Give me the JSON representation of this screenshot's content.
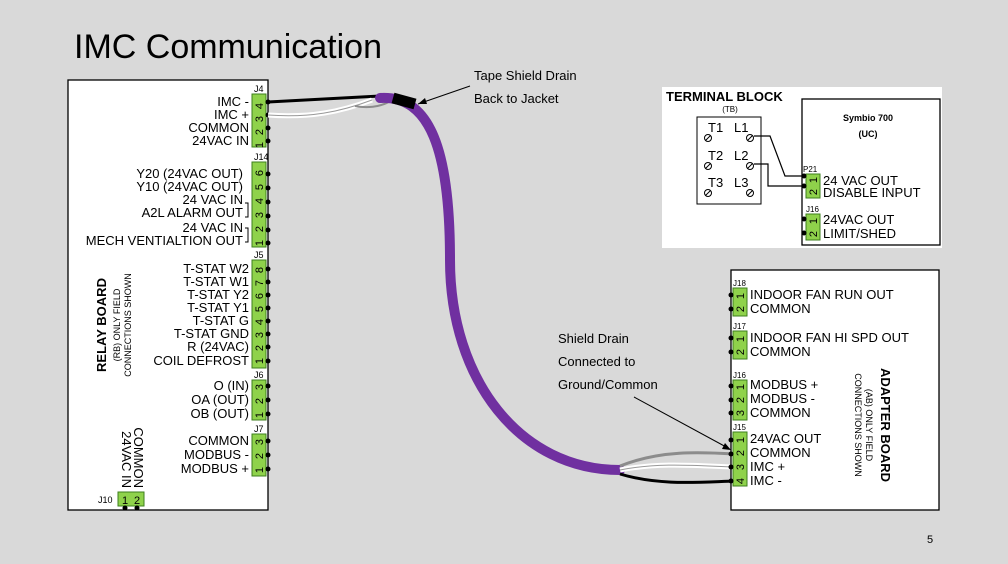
{
  "slide": {
    "title": "IMC Communication",
    "page_number": "5"
  },
  "callouts": {
    "tape_shield": [
      "Tape Shield Drain",
      "Back to Jacket"
    ],
    "shield_drain": [
      "Shield Drain",
      "Connected to",
      "Ground/Common"
    ]
  },
  "relay_board": {
    "name": "RELAY BOARD",
    "sub1": "(RB) ONLY FIELD",
    "sub2": "CONNECTIONS SHOWN",
    "j4": {
      "id": "J4",
      "labels": [
        "IMC -",
        "IMC +",
        "COMMON",
        "24VAC IN"
      ],
      "nums": [
        "4",
        "3",
        "2",
        "1"
      ]
    },
    "j14": {
      "id": "J14",
      "labels": [
        "Y20 (24VAC OUT)",
        "Y10 (24VAC OUT)",
        "24 VAC IN",
        "A2L ALARM OUT",
        "24 VAC IN",
        "MECH VENTIALTION OUT"
      ],
      "nums": [
        "6",
        "5",
        "4",
        "3",
        "2",
        "1"
      ]
    },
    "j5": {
      "id": "J5",
      "labels": [
        "T-STAT W2",
        "T-STAT W1",
        "T-STAT Y2",
        "T-STAT Y1",
        "T-STAT G",
        "T-STAT GND",
        "R (24VAC)",
        "COIL DEFROST"
      ],
      "nums": [
        "8",
        "7",
        "6",
        "5",
        "4",
        "3",
        "2",
        "1"
      ]
    },
    "j6": {
      "id": "J6",
      "labels": [
        "O (IN)",
        "OA (OUT)",
        "OB (OUT)"
      ],
      "nums": [
        "3",
        "2",
        "1"
      ]
    },
    "j7": {
      "id": "J7",
      "labels": [
        "COMMON",
        "MODBUS -",
        "MODBUS +"
      ],
      "nums": [
        "3",
        "2",
        "1"
      ]
    },
    "j10": {
      "id": "J10",
      "labels": [
        "COMMON",
        "24VAC IN"
      ],
      "nums": [
        "1",
        "2"
      ]
    }
  },
  "terminal_block": {
    "title": "TERMINAL BLOCK",
    "abbr": "(TB)",
    "left": [
      "T1",
      "T2",
      "T3"
    ],
    "right": [
      "L1",
      "L2",
      "L3"
    ]
  },
  "symbio": {
    "name": "Symbio 700",
    "abbr": "(UC)",
    "p21": {
      "id": "P21",
      "labels": [
        "24 VAC OUT",
        "DISABLE INPUT"
      ],
      "nums": [
        "1",
        "2"
      ]
    },
    "j16": {
      "id": "J16",
      "labels": [
        "24VAC OUT",
        "LIMIT/SHED"
      ],
      "nums": [
        "1",
        "2"
      ]
    }
  },
  "adapter_board": {
    "name": "ADAPTER BOARD",
    "sub1": "(AB) ONLY FIELD",
    "sub2": "CONNECTIONS SHOWN",
    "j18": {
      "id": "J18",
      "labels": [
        "INDOOR FAN RUN OUT",
        "COMMON"
      ],
      "nums": [
        "1",
        "2"
      ]
    },
    "j17": {
      "id": "J17",
      "labels": [
        "INDOOR FAN HI SPD OUT",
        "COMMON"
      ],
      "nums": [
        "1",
        "2"
      ]
    },
    "j16": {
      "id": "J16",
      "labels": [
        "MODBUS +",
        "MODBUS -",
        "COMMON"
      ],
      "nums": [
        "1",
        "2",
        "3"
      ]
    },
    "j15": {
      "id": "J15",
      "labels": [
        "24VAC OUT",
        "COMMON",
        "IMC +",
        "IMC -"
      ],
      "nums": [
        "1",
        "2",
        "3",
        "4"
      ]
    }
  },
  "colors": {
    "background": "#d9d9d9",
    "cable_purple": "#7030a0",
    "terminal_green": "#8fd24b",
    "wire_black": "#000000",
    "wire_white": "#ffffff",
    "wire_gray": "#8c8c8c"
  }
}
